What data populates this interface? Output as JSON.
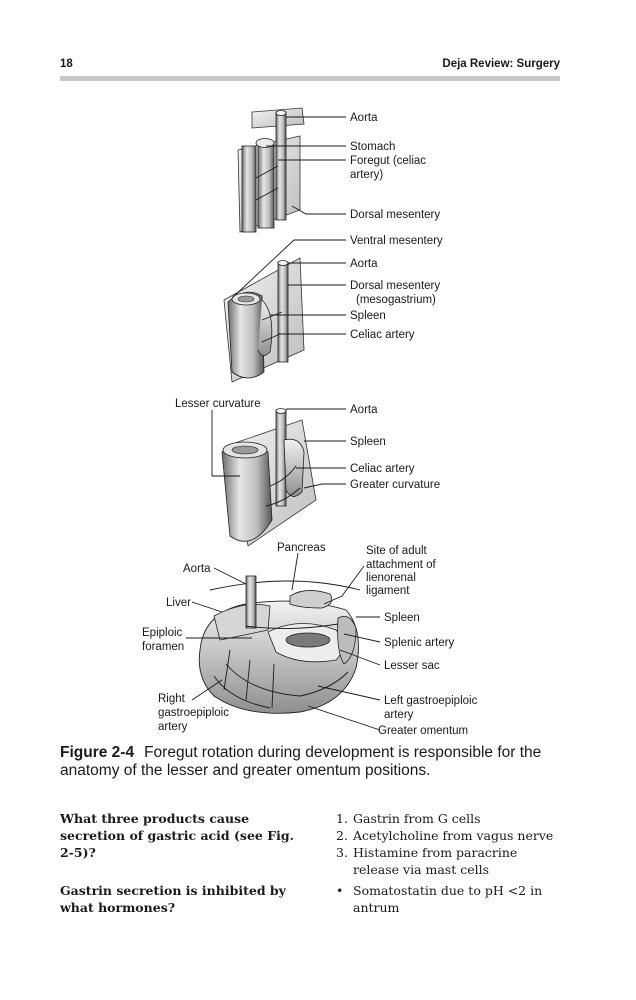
{
  "header": {
    "page_number": "18",
    "book_title": "Deja Review: Surgery"
  },
  "figure": {
    "labels": {
      "aorta_1": "Aorta",
      "stomach": "Stomach",
      "foregut": [
        "Foregut (celiac",
        "artery)"
      ],
      "dorsal_mesentery_1": "Dorsal mesentery",
      "ventral_mesentery": "Ventral mesentery",
      "aorta_2": "Aorta",
      "dorsal_mesentery_2": [
        "Dorsal mesentery",
        "(mesogastrium)"
      ],
      "spleen_2": "Spleen",
      "celiac_artery_2": "Celiac artery",
      "lesser_curvature": "Lesser curvature",
      "aorta_3": "Aorta",
      "spleen_3": "Spleen",
      "celiac_artery_3": "Celiac artery",
      "greater_curvature": "Greater curvature",
      "pancreas": "Pancreas",
      "site_of_adult": [
        "Site of adult",
        "attachment of",
        "lienorenal",
        "ligament"
      ],
      "aorta_4": "Aorta",
      "liver": "Liver",
      "epiploic_foramen": [
        "Epiploic",
        "foramen"
      ],
      "spleen_4": "Spleen",
      "splenic_artery": "Splenic artery",
      "lesser_sac": "Lesser sac",
      "right_gastroepiploic": [
        "Right",
        "gastroepiploic",
        "artery"
      ],
      "left_gastroepiploic": [
        "Left gastroepiploic",
        "artery"
      ],
      "greater_omentum": "Greater omentum"
    },
    "caption_label": "Figure 2-4",
    "caption_text": "Foregut rotation during development is responsible for the anatomy of the lesser and greater omentum positions."
  },
  "qa": [
    {
      "question": "What three products cause secretion of gastric acid (see Fig. 2-5)?",
      "answers": [
        {
          "marker": "1.",
          "text": "Gastrin from G cells"
        },
        {
          "marker": "2.",
          "text": "Acetylcholine from vagus nerve"
        },
        {
          "marker": "3.",
          "text": "Histamine from paracrine release via mast cells"
        }
      ]
    },
    {
      "question": "Gastrin secretion is inhibited by what hormones?",
      "answers": [
        {
          "marker": "•",
          "text": "Somatostatin due to pH <2 in antrum"
        }
      ]
    }
  ]
}
